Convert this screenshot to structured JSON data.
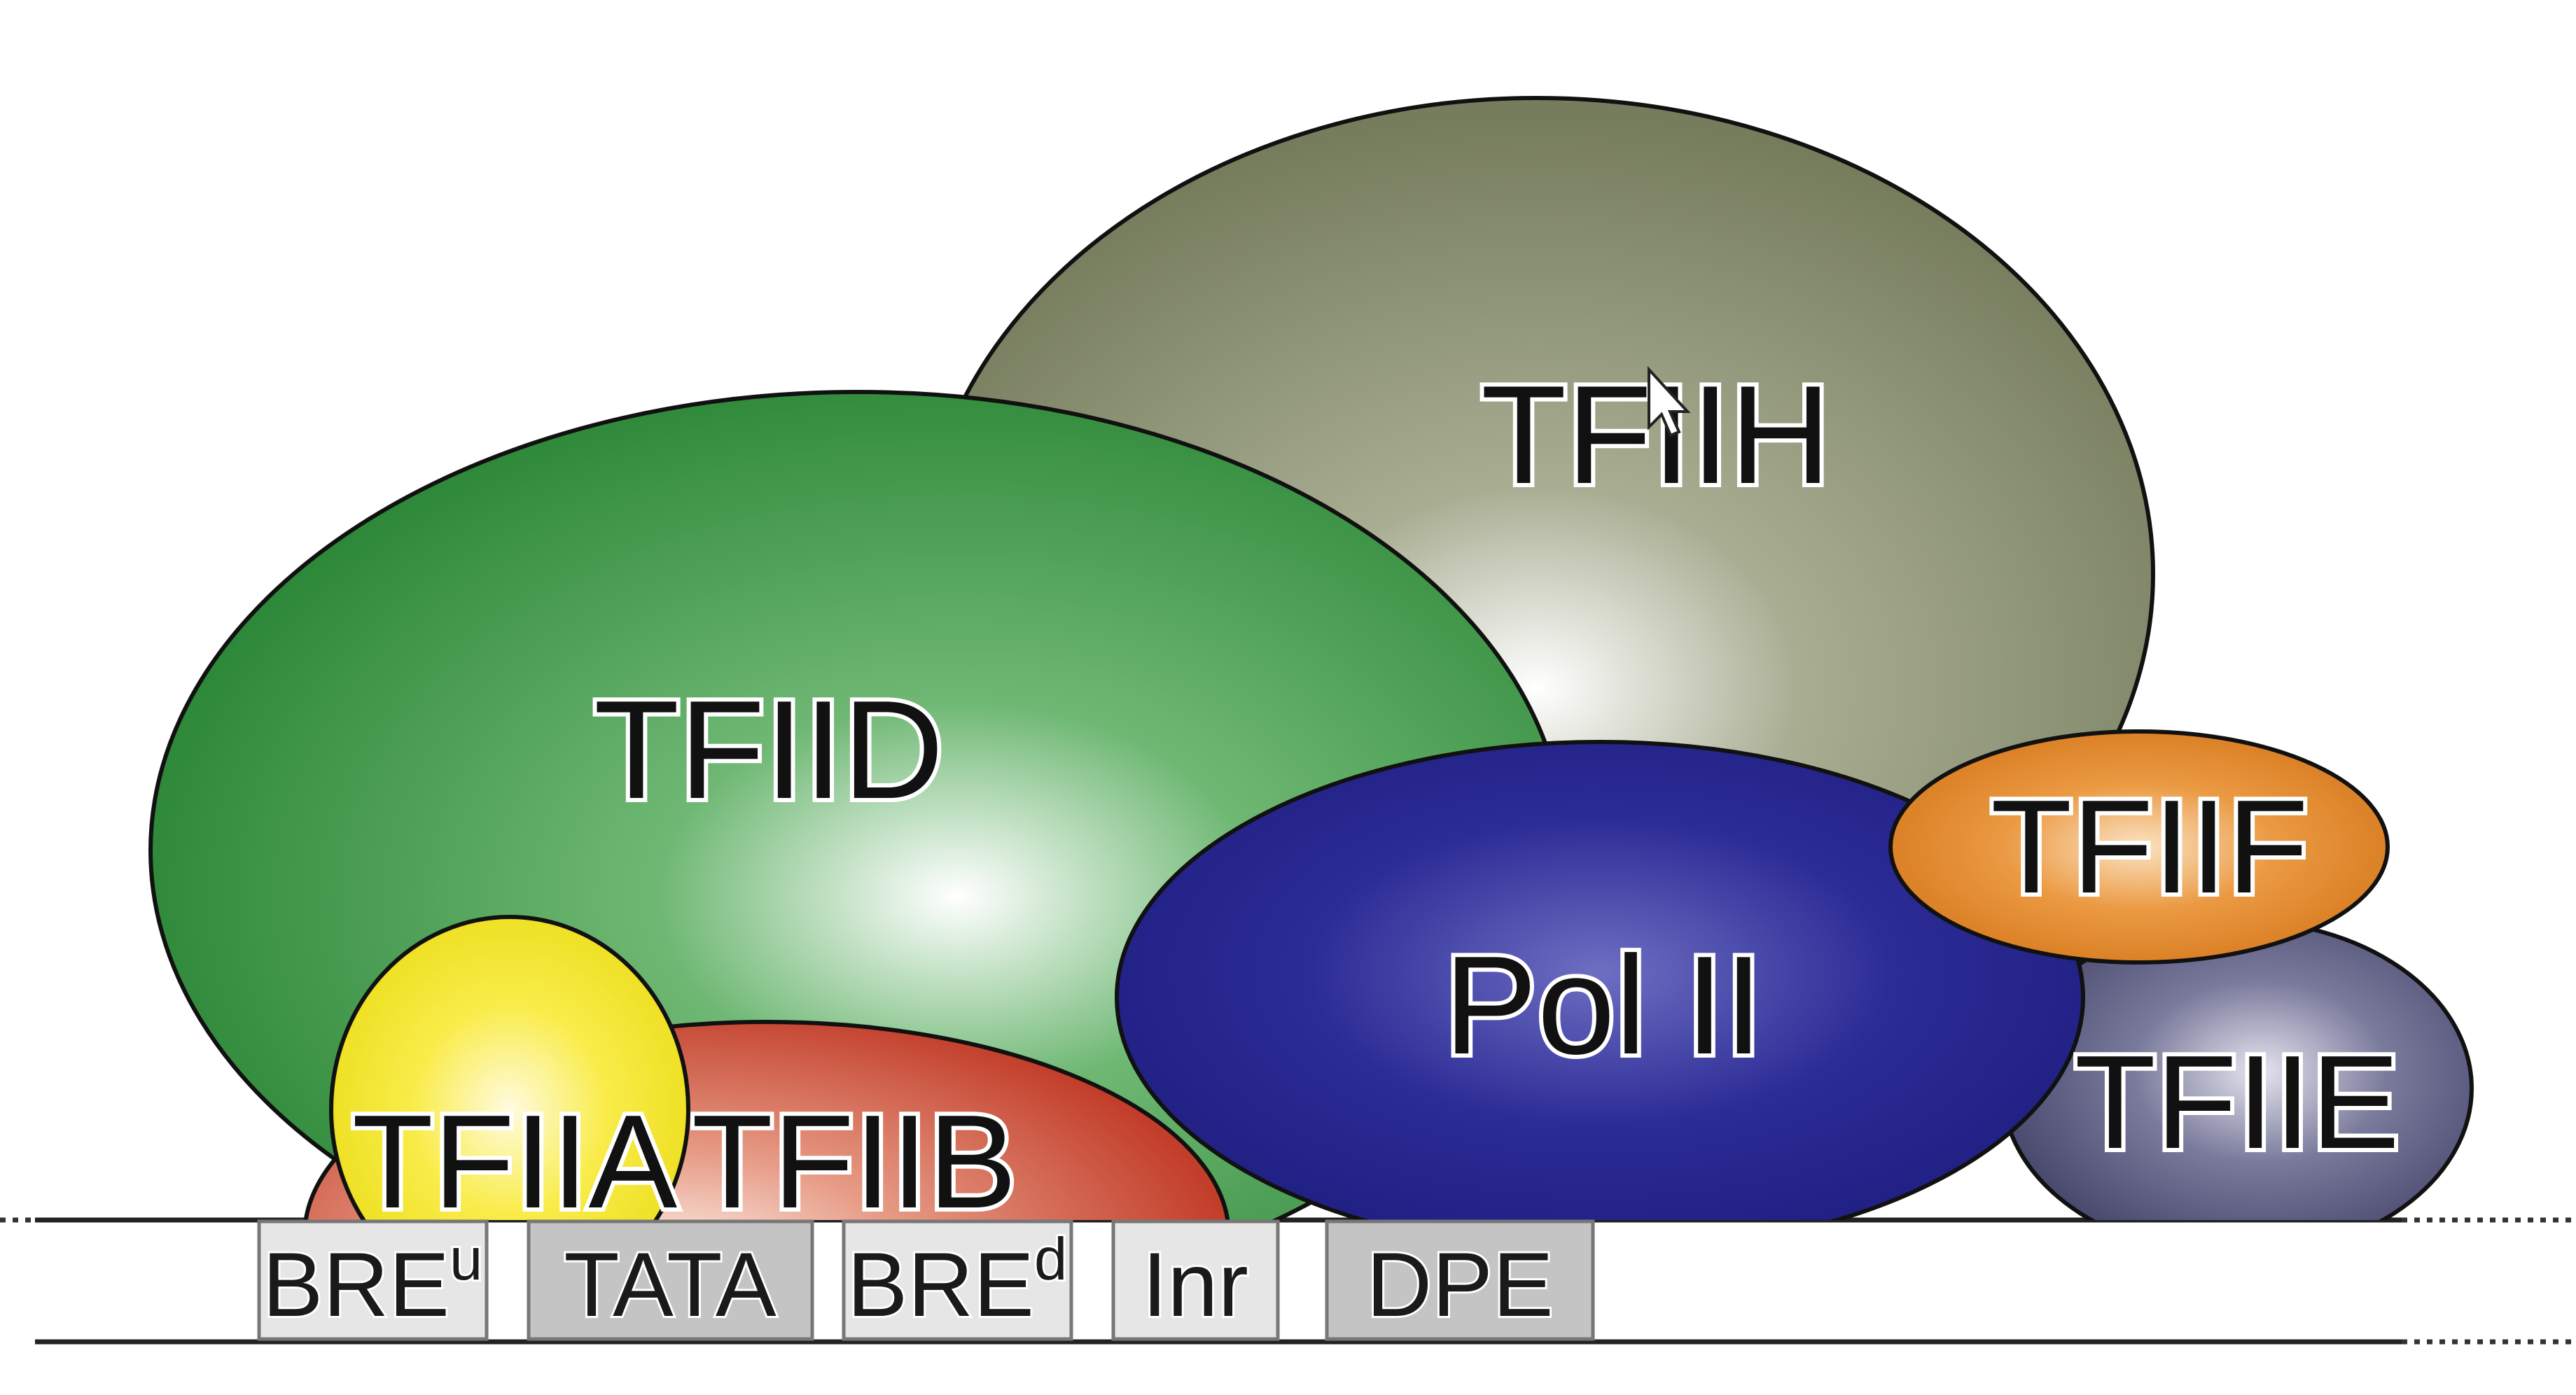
{
  "factors": {
    "tfiih": {
      "label": "TFIIH",
      "color": "#7c8463"
    },
    "tfiid": {
      "label": "TFIID",
      "color": "#2f8a3b"
    },
    "pol2": {
      "label": "Pol II",
      "color": "#24238c"
    },
    "tfiif": {
      "label": "TFIIF",
      "color": "#de7e1e"
    },
    "tfiie": {
      "label": "TFIIE",
      "color": "#52527a"
    },
    "tfiia": {
      "label": "TFIIA",
      "color": "#f2e21a"
    },
    "tfiib": {
      "label": "TFIIB",
      "color": "#c6402c"
    }
  },
  "elements": {
    "breu": {
      "label": "BRE",
      "sup": "u",
      "fill": "#e6e6e6"
    },
    "tata": {
      "label": "TATA",
      "fill": "#c4c4c4"
    },
    "bred": {
      "label": "BRE",
      "sup": "d",
      "fill": "#e6e6e6"
    },
    "inr": {
      "label": "Inr",
      "fill": "#e6e6e6"
    },
    "dpe": {
      "label": "DPE",
      "fill": "#c4c4c4"
    }
  }
}
